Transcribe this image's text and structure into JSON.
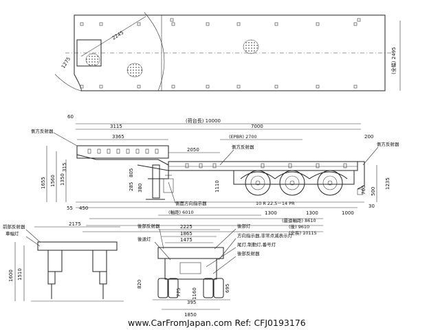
{
  "plan": {
    "dim_width": "(全幅) 2495",
    "dim_radius": "2245",
    "dim_front": "1275"
  },
  "side": {
    "dim_total": "(荷台長) 10000",
    "dim_front_gap": "60",
    "dim_a": "3115",
    "dim_b": "7000",
    "dim_c": "3365",
    "dim_d": "2050",
    "dim_e": "(EPBR) 2700",
    "dim_f": "200",
    "dim_h1": "1655",
    "dim_h2": "1560",
    "dim_h3": "1350",
    "dim_h4": "315",
    "dim_h5": "805",
    "dim_h6": "285",
    "dim_h7": "380",
    "dim_h8": "1110",
    "dim_r1": "1235",
    "dim_r2": "500",
    "dim_r3": "760",
    "dim_r4": "30",
    "dim_55": "55",
    "dim_450": "450",
    "dim_6010": "(軸距) 6010",
    "dim_1300a": "1300",
    "dim_1300b": "1300",
    "dim_1000": "1000",
    "dim_8610": "(最遠軸距) 8610",
    "dim_9610": "(後) 9610",
    "dim_10115": "(全長) 10115",
    "tire": "10 R 22.5－14 PR",
    "lbl_reflector_side": "側方反射器",
    "lbl_reflector_side2": "側方反射器",
    "lbl_reflector_side3": "側方反射器",
    "lbl_under": "側面方向指示器"
  },
  "front": {
    "dim_w": "2175",
    "dim_h1": "1600",
    "dim_h2": "1510",
    "lbl_1": "前部反射器",
    "lbl_2": "車幅灯"
  },
  "rear": {
    "dim_a": "2225",
    "dim_b": "1865",
    "dim_c": "1475",
    "dim_d": "820",
    "dim_e": "775",
    "dim_f": "1160",
    "dim_g": "395",
    "dim_h": "695",
    "dim_i": "1850",
    "lbl_1": "後部反射器",
    "lbl_2": "後退灯",
    "lbl_3": "後部灯",
    "lbl_4": "方向指示器,非常点滅表示灯",
    "lbl_5": "尾灯,制動灯,番号灯",
    "lbl_6": "後部反射器"
  },
  "watermark": "www.CarFromJapan.com Ref: CFJ0193176"
}
